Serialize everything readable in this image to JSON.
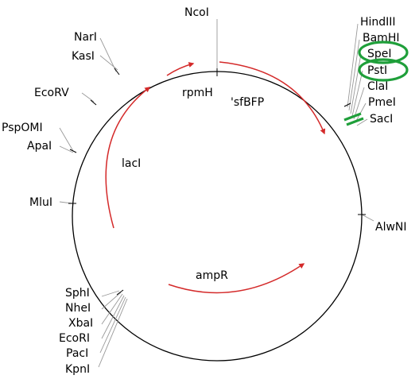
{
  "plasmid": {
    "backbone_color": "#000000",
    "feature_color": "#d42a2a",
    "highlight_color": "#1f9f3a"
  },
  "restriction_sites": [
    {
      "id": "ncoi",
      "label": "NcoI"
    },
    {
      "id": "nari",
      "label": "NarI"
    },
    {
      "id": "kasi",
      "label": "KasI"
    },
    {
      "id": "ecorv",
      "label": "EcoRV"
    },
    {
      "id": "pspomi",
      "label": "PspOMI"
    },
    {
      "id": "apai",
      "label": "ApaI"
    },
    {
      "id": "mlui",
      "label": "MluI"
    },
    {
      "id": "hindiii",
      "label": "HindIII"
    },
    {
      "id": "bamhi",
      "label": "BamHI"
    },
    {
      "id": "spei",
      "label": "SpeI",
      "highlighted": true
    },
    {
      "id": "psti",
      "label": "PstI",
      "highlighted": true
    },
    {
      "id": "clai",
      "label": "ClaI"
    },
    {
      "id": "pmei",
      "label": "PmeI"
    },
    {
      "id": "saci",
      "label": "SacI"
    },
    {
      "id": "alwni",
      "label": "AlwNI"
    },
    {
      "id": "sphi",
      "label": "SphI"
    },
    {
      "id": "nhei",
      "label": "NheI"
    },
    {
      "id": "xbai",
      "label": "XbaI"
    },
    {
      "id": "ecori",
      "label": "EcoRI"
    },
    {
      "id": "paci",
      "label": "PacI"
    },
    {
      "id": "kpni",
      "label": "KpnI"
    }
  ],
  "features": [
    {
      "id": "rpmh",
      "label": "rpmH"
    },
    {
      "id": "sfbfp",
      "label": "'sfBFP"
    },
    {
      "id": "laci",
      "label": "lacI"
    },
    {
      "id": "ampr",
      "label": "ampR"
    }
  ]
}
